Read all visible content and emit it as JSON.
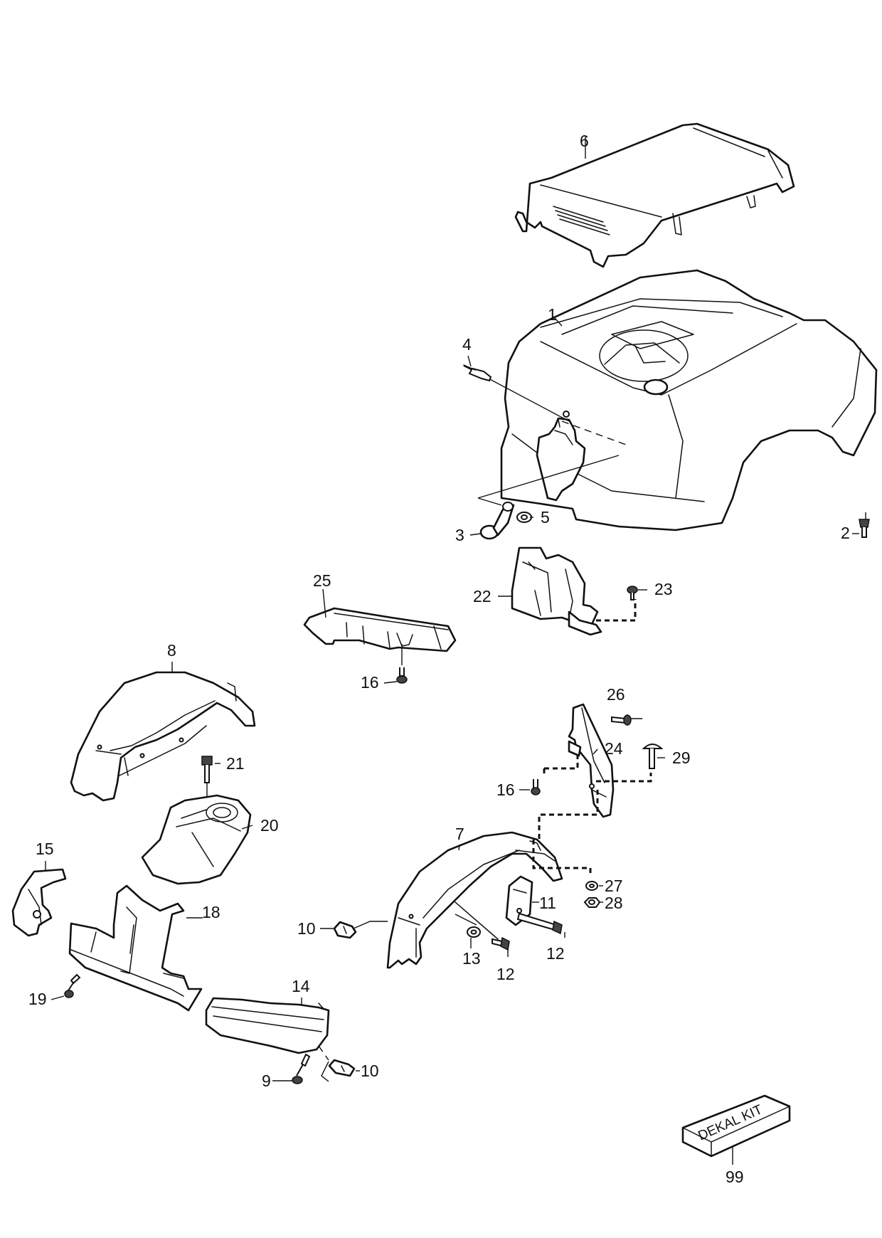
{
  "callouts": {
    "c1": "1",
    "c2": "2",
    "c3": "3",
    "c4": "4",
    "c5": "5",
    "c6": "6",
    "c7": "7",
    "c8": "8",
    "c9": "9",
    "c10a": "10",
    "c10b": "10",
    "c11": "11",
    "c12a": "12",
    "c12b": "12",
    "c13": "13",
    "c14": "14",
    "c15": "15",
    "c16a": "16",
    "c16b": "16",
    "c18": "18",
    "c19": "19",
    "c20": "20",
    "c21": "21",
    "c22": "22",
    "c23": "23",
    "c24": "24",
    "c25": "25",
    "c26": "26",
    "c27": "27",
    "c28": "28",
    "c29": "29",
    "c99": "99"
  },
  "decal_kit": {
    "text": "DEKAL KIT"
  }
}
